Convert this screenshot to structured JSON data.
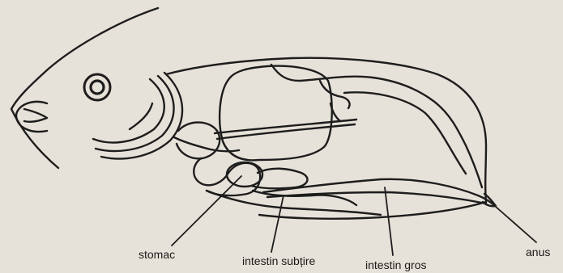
{
  "labels": {
    "stomach": "stomac",
    "small_intestine": "intestin subțire",
    "large_intestine": "intestin gros",
    "anus": "anus"
  }
}
